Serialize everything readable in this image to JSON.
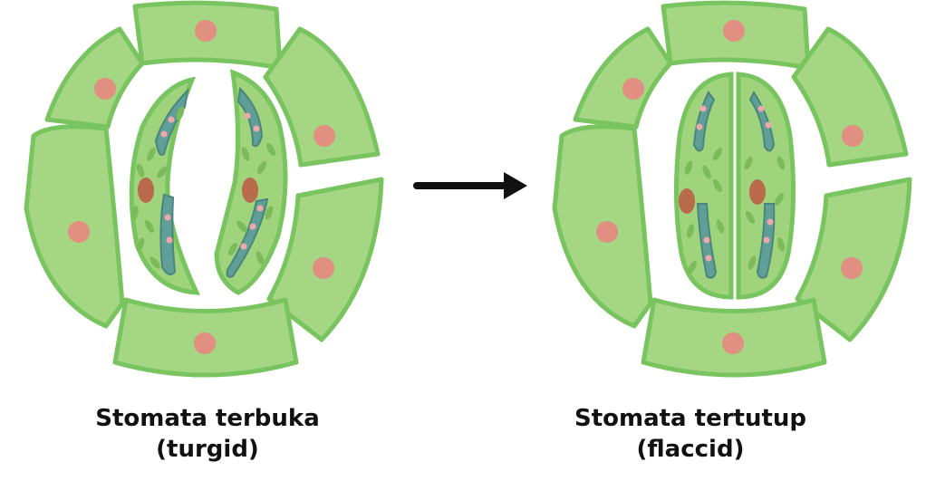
{
  "stomata_open": {
    "title": "Stomata terbuka",
    "state": "(turgid)"
  },
  "stomata_closed": {
    "title": "Stomata tertutup",
    "state": "(flaccid)"
  },
  "colors": {
    "cell_fill": "#a5d684",
    "cell_stroke": "#78c45e",
    "guard_fill": "#9fd37c",
    "vacuole": "#5f9f98",
    "vacuole_stroke": "#4b857e",
    "chloroplast": "#7dbb5a",
    "guard_nucleus": "#b86a4a",
    "epidermal_nucleus": "#e08f80",
    "granule": "#f0a8a8",
    "arrow": "#111111"
  }
}
